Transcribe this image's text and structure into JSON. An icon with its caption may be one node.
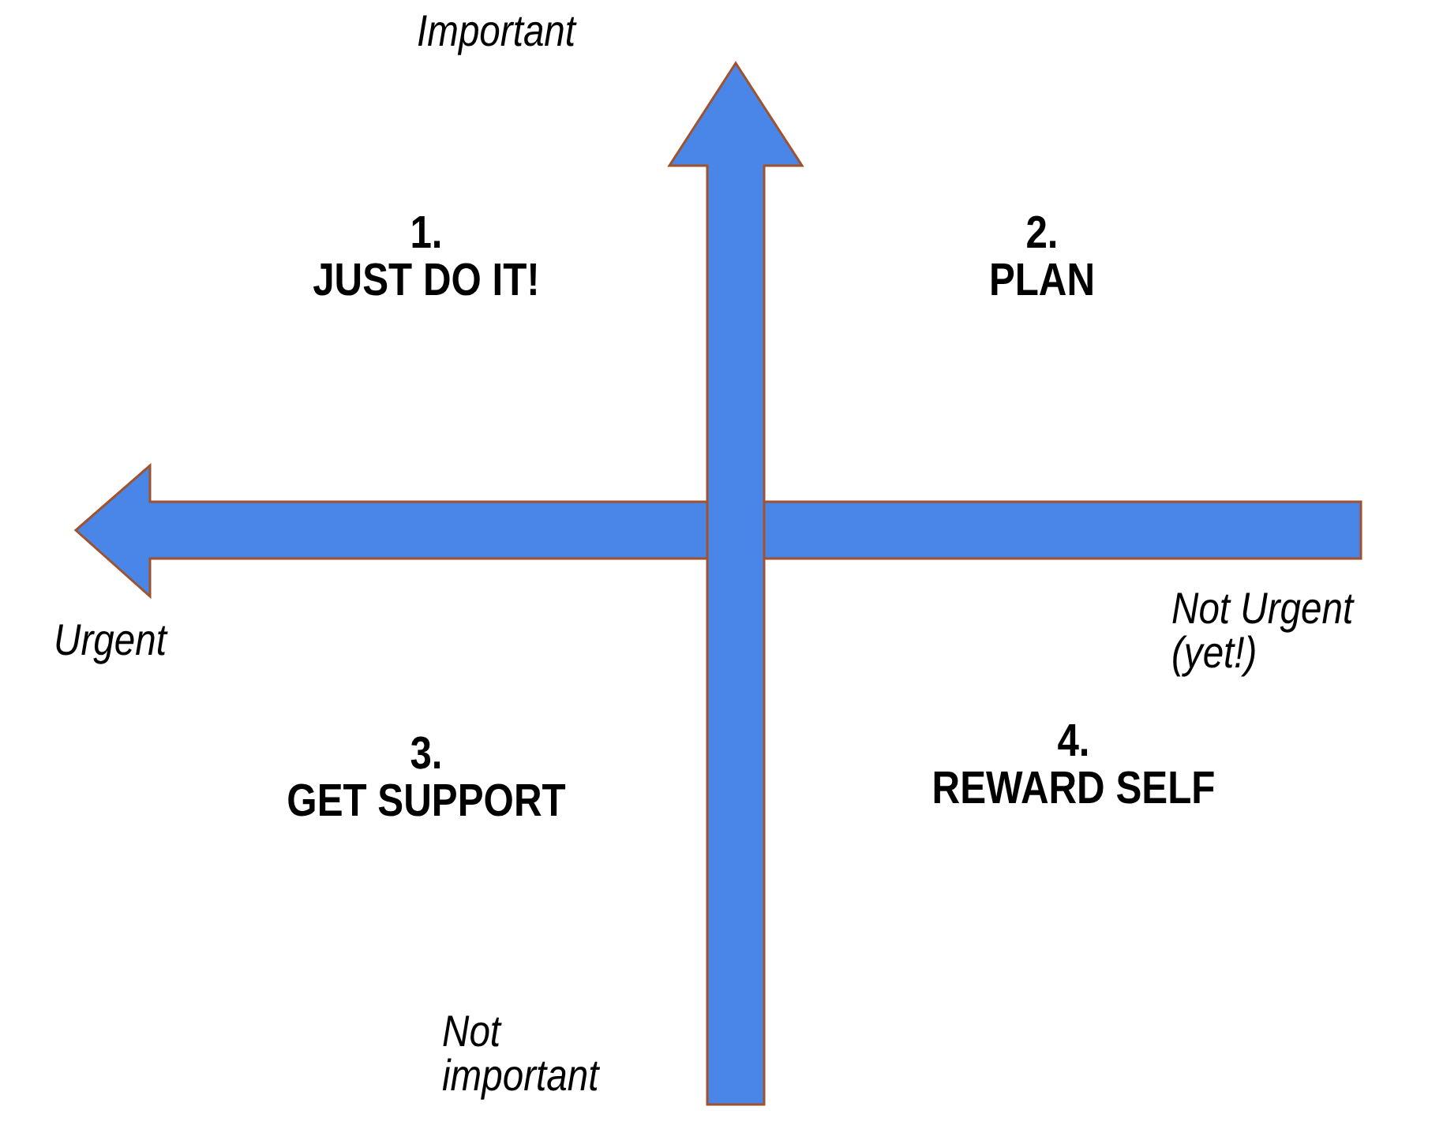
{
  "diagram": {
    "labels": [
      "Important",
      "1.",
      "JUST DO IT!",
      "2.",
      "PLAN",
      "Urgent",
      "Not Urgent (yet!)",
      "3.",
      "GET SUPPORT",
      "4.",
      "REWARD SELF",
      "Not important"
    ]
  }
}
